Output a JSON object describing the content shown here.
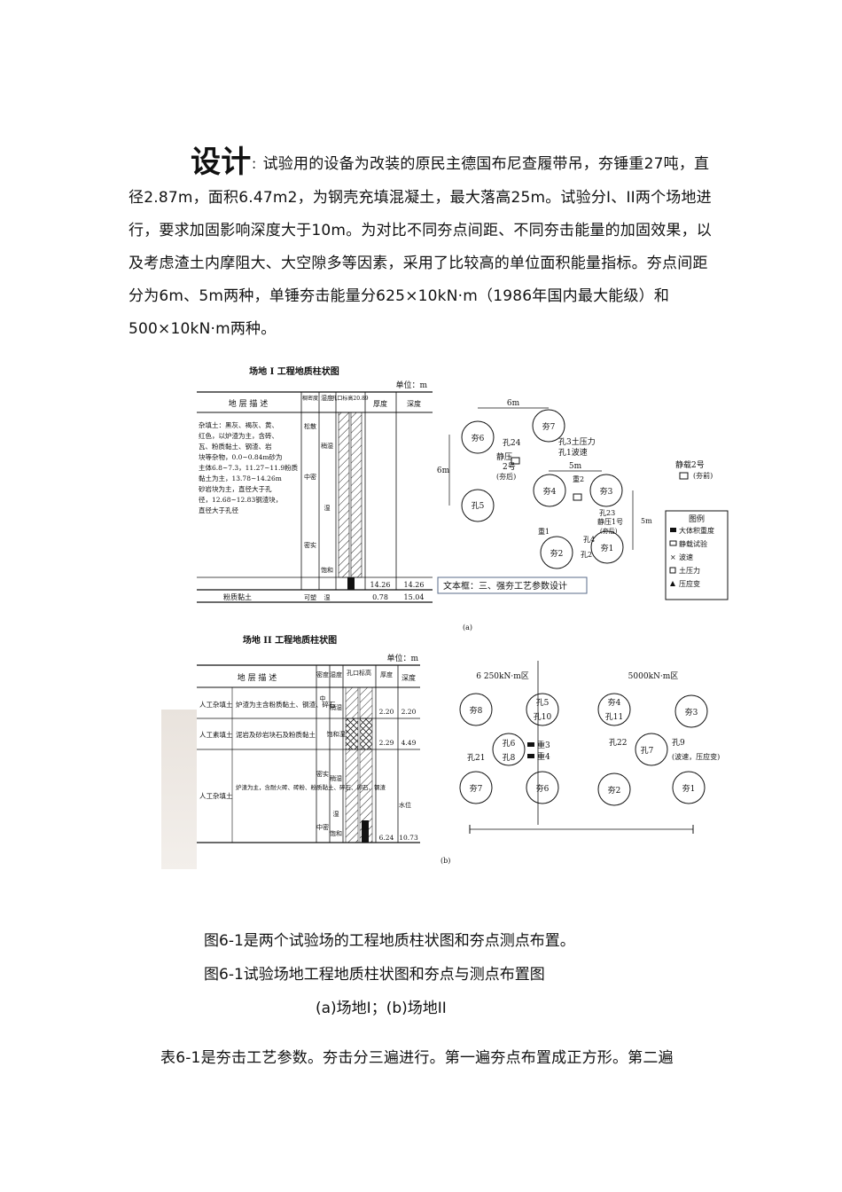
{
  "intro": {
    "lead": "设计",
    "colon": "：",
    "text": "试验用的设备为改装的原民主德国布尼查履带吊，夯锤重27吨，直径2.87m，面积6.47m2，为钢壳充填混凝土，最大落高25m。试验分I、II两个场地进行，要求加固影响深度大于10m。为对比不同夯点间距、不同夯击能量的加固效果，以及考虑渣土内摩阻大、大空隙多等因素，采用了比较高的单位面积能量指标。夯点间距分为6m、5m两种，单锤夯击能量分625×10kN·m（1986年国内最大能级）和500×10kN·m两种。"
  },
  "figure": {
    "a": {
      "table_title": "场地 I 工程地质柱状图",
      "unit": "单位：m",
      "headers": [
        "地 层 描 述",
        "稠密度",
        "湿度",
        "孔口标高20.89",
        "厚度",
        "深度"
      ],
      "desc1": [
        "杂填土：黑灰、褐灰、黄、",
        "红色，以炉渣为主，含砖、",
        "瓦、粉质黏土、钢渣、岩",
        "块等杂物，0.0~0.84m砂为",
        "主体6.8~7.3，11.27~11.9粉质",
        "黏土为主，13.78~14.26m",
        "砂岩块为主，直径大于孔",
        "径，12.68~12.83钢渣块，",
        "直径大于孔径"
      ],
      "density": [
        "松散",
        "中密",
        "密实"
      ],
      "moisture": [
        "稍湿",
        "湿",
        "饱和"
      ],
      "row1_thick": "14.26",
      "row1_depth": "14.26",
      "row2_desc": "粉质黏土",
      "row2_density": "可塑",
      "row2_moisture": "湿",
      "row2_thick": "0.78",
      "row2_depth": "15.04",
      "plan_labels": {
        "dist6": "6m",
        "dist5": "5m",
        "dist6v": "6m",
        "dist5v": "5m",
        "h6": "夯6",
        "h7": "夯7",
        "h4": "夯4",
        "h3": "夯3",
        "h2": "夯2",
        "h1": "夯1",
        "k24": "孔24",
        "jy2": "静压",
        "jy2b": "2号",
        "jy2c": "(夯后)",
        "k5": "孔5",
        "k3": "孔3土压力",
        "k1": "孔1波速",
        "z2": "重2",
        "k23": "孔23",
        "jy1": "静压1号",
        "jy1b": "(夯后)",
        "z1": "重1",
        "k4": "孔4",
        "k2": "孔2",
        "jz2": "静载2号",
        "jz2b": "(夯前)"
      },
      "textbox": "文本框：三、强夯工艺参数设计",
      "legend_title": "图例",
      "legend": [
        "大体积重度",
        "静载试验",
        "波速",
        "土压力",
        "压应变"
      ],
      "sub": "(a)"
    },
    "b": {
      "table_title": "场地 II 工程地质柱状图",
      "unit": "单位：m",
      "headers": [
        "地 层 描 述",
        "密度",
        "湿度",
        "孔口标高",
        "厚度",
        "深度"
      ],
      "rows": [
        {
          "name": "人工杂填土",
          "desc": "炉渣为主含粉质黏土、钢渣、碎石",
          "thick": "2.20",
          "depth": "2.20"
        },
        {
          "name": "人工素填土",
          "desc": "泥岩及砂岩块石及粉质黏土",
          "thick": "2.29",
          "depth": "4.49"
        },
        {
          "name": "人工杂填土",
          "desc": "炉渣为主，含耐火砖、砖粉、粉质黏土、碎石、卵石、钢渣",
          "thick": "6.24",
          "depth": "10.73"
        }
      ],
      "density": [
        "中",
        "密实",
        "中密"
      ],
      "moisture": [
        "稍湿",
        "饱和湿",
        "稍湿",
        "湿",
        "饱和"
      ],
      "water": "水位",
      "zone1": "6 250kN·m区",
      "zone2": "5000kN·m区",
      "plan_labels": {
        "h8": "夯8",
        "h5": "孔5",
        "k10": "孔10",
        "h4": "夯4",
        "k11": "孔11",
        "h3": "夯3",
        "k6": "孔6",
        "k8": "孔8",
        "k21": "孔21",
        "z3": "重3",
        "z4": "重4",
        "k22": "孔22",
        "h7b": "孔7",
        "k9": "孔9",
        "k9b": "(波速，压应变)",
        "h7": "夯7",
        "h6": "夯6",
        "h2": "夯2",
        "h1": "夯1"
      },
      "sub": "(b)"
    }
  },
  "captions": {
    "line1": "图6-1是两个试验场的工程地质柱状图和夯点测点布置。",
    "line2": "图6-1试验场地工程地质柱状图和夯点与测点布置图",
    "line3": "(a)场地I；(b)场地II"
  },
  "outro": {
    "text": "表6-1是夯击工艺参数。夯击分三遍进行。第一遍夯点布置成正方形。第二遍"
  }
}
